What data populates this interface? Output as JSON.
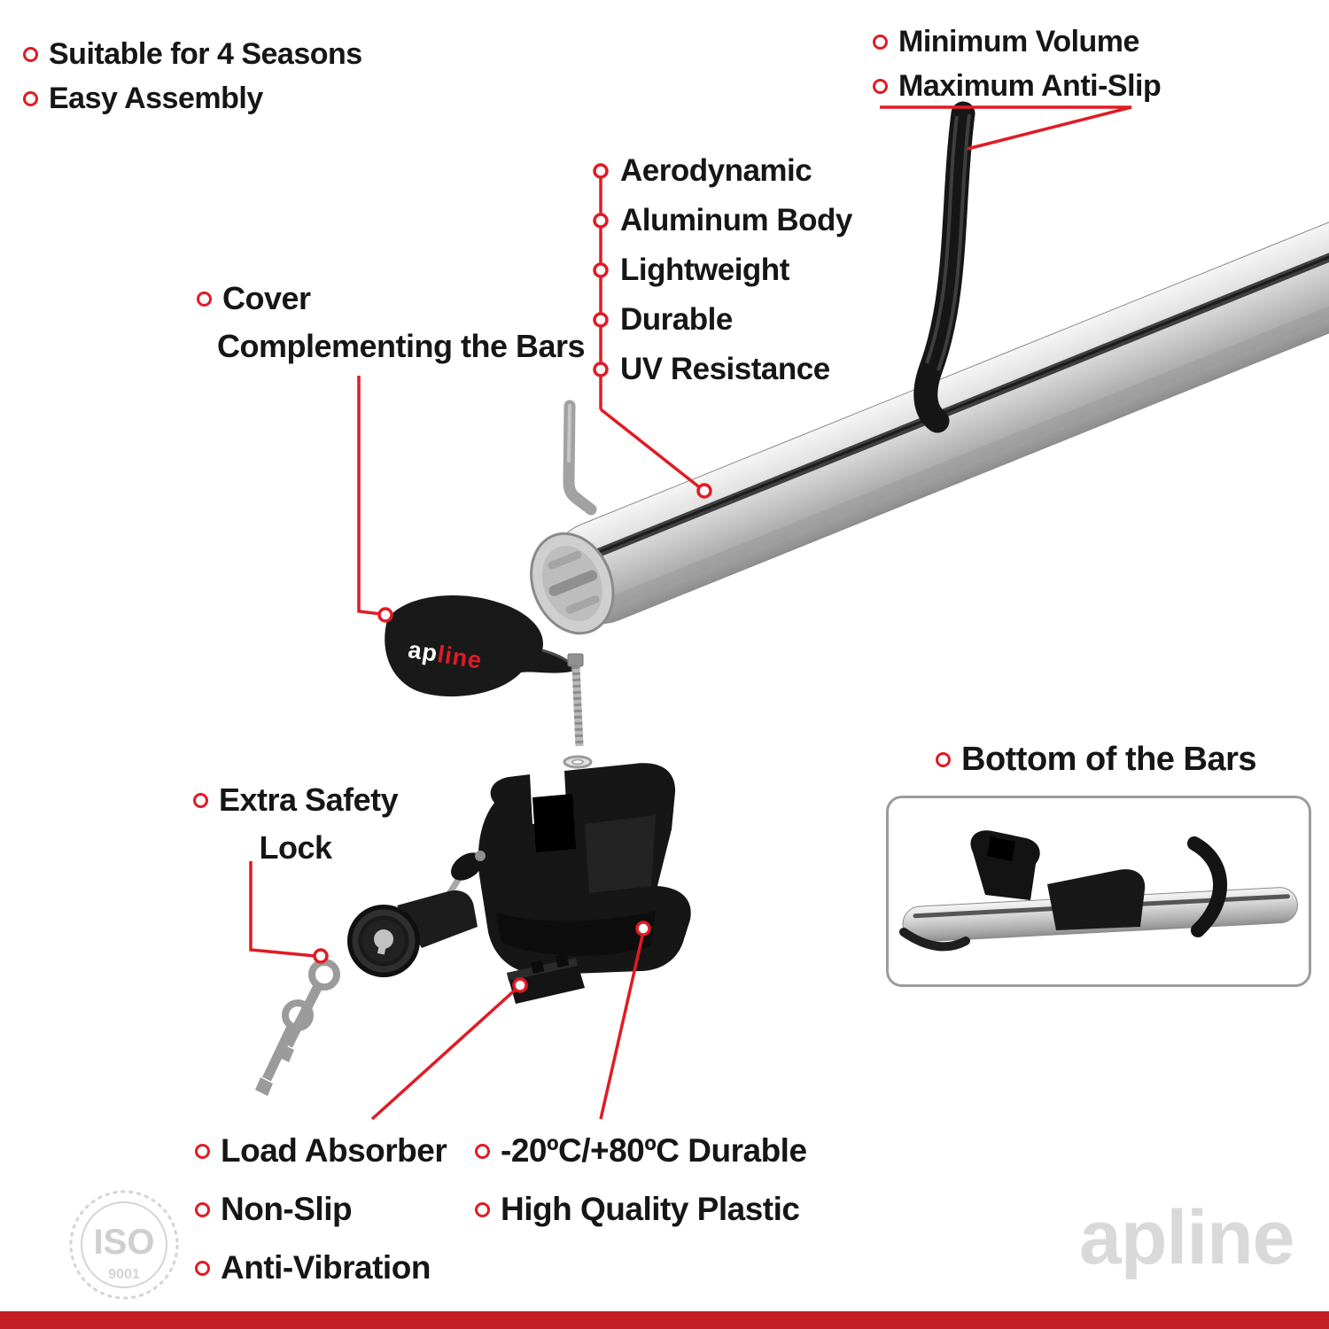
{
  "colors": {
    "accent": "#e01b24",
    "text": "#161616",
    "footer": "#c31e24",
    "watermark": "#d9d9d9",
    "panel_border": "#9c9c9c"
  },
  "top_left": {
    "items": [
      "Suitable for 4 Seasons",
      "Easy Assembly"
    ]
  },
  "top_right": {
    "items": [
      "Minimum Volume",
      "Maximum Anti-Slip"
    ]
  },
  "bar_features": {
    "items": [
      "Aerodynamic",
      "Aluminum Body",
      "Lightweight",
      "Durable",
      "UV Resistance"
    ]
  },
  "cover_label": {
    "line1": "Cover",
    "line2": "Complementing the Bars"
  },
  "safety_label": {
    "line1": "Extra Safety",
    "line2": "Lock"
  },
  "bottom_bars_label": "Bottom of the Bars",
  "bottom_left": {
    "items": [
      "Load Absorber",
      "Non-Slip",
      "Anti-Vibration"
    ]
  },
  "bottom_mid": {
    "items": [
      "-20ºC/+80ºC Durable",
      "High Quality Plastic"
    ]
  },
  "brand": {
    "part1": "ap",
    "part2": "line"
  },
  "watermarks": {
    "iso": "ISO",
    "iso_number": "9001",
    "brand": "apline"
  }
}
